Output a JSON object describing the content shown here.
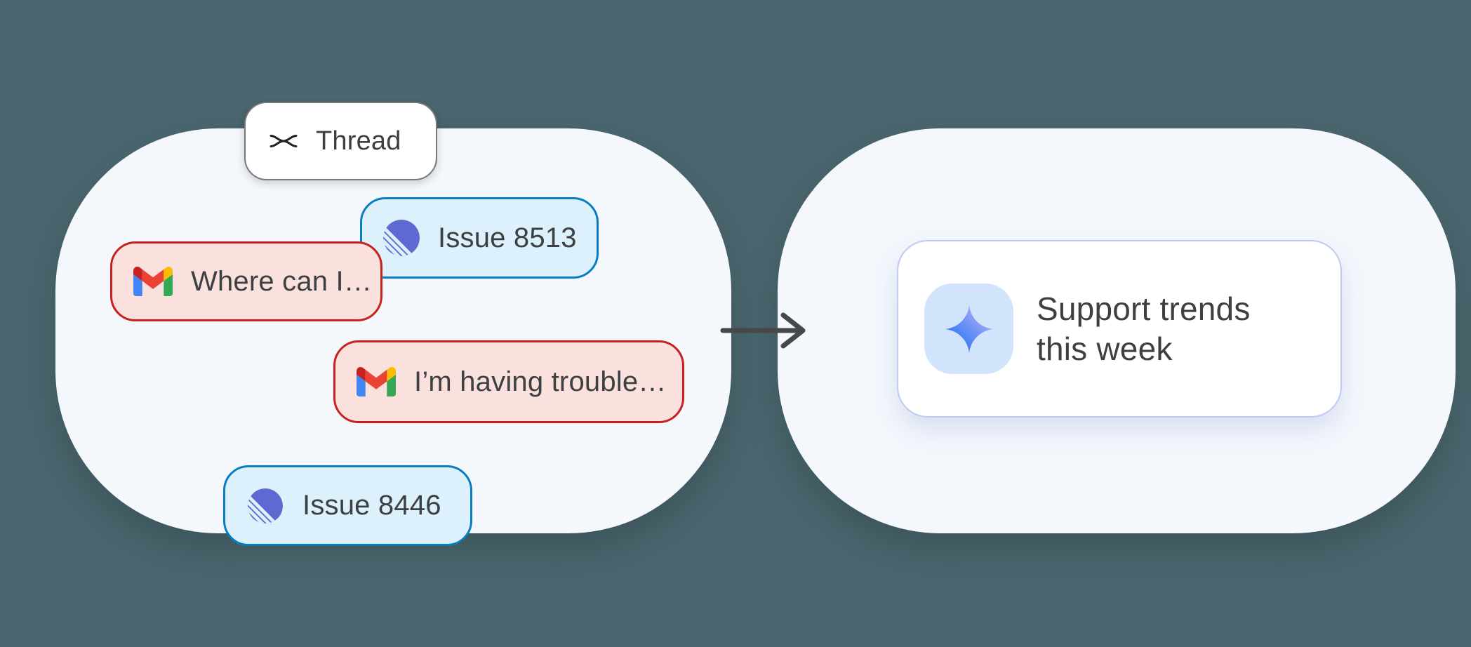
{
  "colors": {
    "page_background": "#4b666e",
    "panel_background": "#f4f8fd",
    "blue_chip_background": "#dcf1fb",
    "blue_chip_border": "#0a7dc2",
    "red_chip_background": "#fbe1de",
    "red_chip_border": "#c5221f",
    "text": "#3c4043",
    "linear_brand": "#5e6ad2",
    "gmail_red": "#ea4335",
    "gemini_tile_background": "#d2e3fc",
    "arrow": "#46484c",
    "card_border": "#bfcaf4"
  },
  "thread_chip": {
    "icon": "thread-shuffle-icon",
    "label": "Thread"
  },
  "chips": [
    {
      "icon": "linear-icon",
      "label": "Issue 8513",
      "style": "blue"
    },
    {
      "icon": "gmail-icon",
      "label": "Where can I…",
      "style": "red"
    },
    {
      "icon": "gmail-icon",
      "label": "I’m having trouble…",
      "style": "red"
    },
    {
      "icon": "linear-icon",
      "label": "Issue 8446",
      "style": "blue"
    }
  ],
  "arrow": {
    "icon": "arrow-right-icon",
    "direction": "right"
  },
  "result_card": {
    "icon": "gemini-sparkle-icon",
    "title_lines": [
      "Support trends",
      "this week"
    ]
  }
}
